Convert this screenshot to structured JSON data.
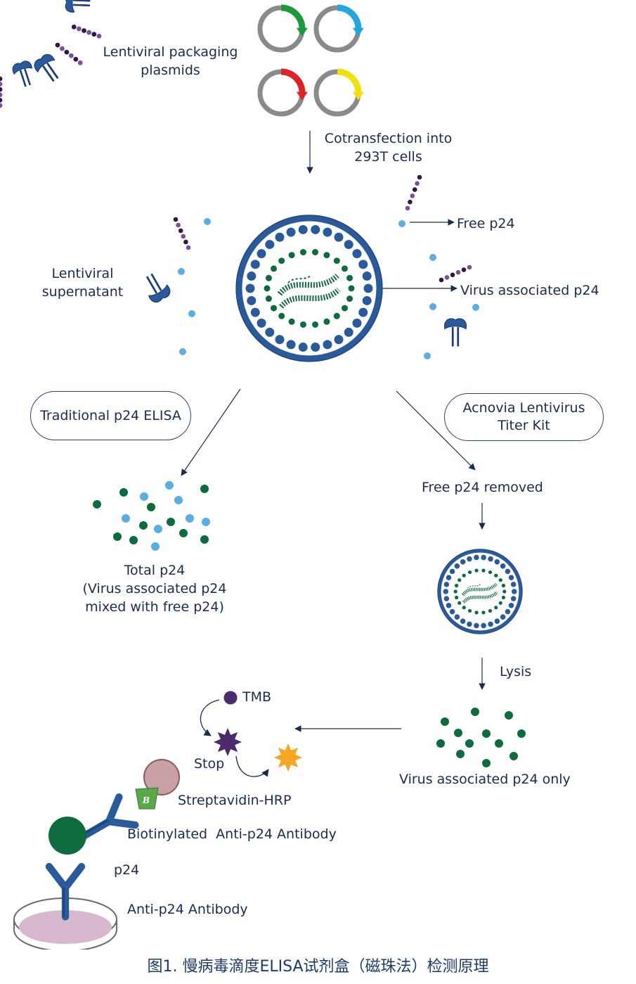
{
  "labels": {
    "packaging_line1": "Lentiviral packaging",
    "packaging_line2": "plasmids",
    "cotransfection_line1": "Cotransfection into",
    "cotransfection_line2": "293T cells",
    "free_p24": "Free p24",
    "supernatant_line1": "Lentiviral",
    "supernatant_line2": "supernatant",
    "virus_associated_p24": "Virus associated p24",
    "traditional_elisa": "Traditional p24 ELISA",
    "acnovia_line1": "Acnovia Lentivirus",
    "acnovia_line2": "Titer Kit",
    "free_p24_removed": "Free p24 removed",
    "total_line1": "Total p24",
    "total_line2": "(Virus associated p24",
    "total_line3": "mixed with free p24)",
    "lysis": "Lysis",
    "tmb": "TMB",
    "stop": "Stop",
    "virus_only": "Virus associated p24 only",
    "streptavidin": "Streptavidin-HRP",
    "biotin_letter": "B",
    "biotinylated": "Biotinylated  Anti-p24 Antibody",
    "p24": "p24",
    "anti_p24": "Anti-p24 Antibody"
  },
  "caption": "图1. 慢病毒滴度ELISA试剂盒（磁珠法）检测原理",
  "colors": {
    "navy": "#2a5a9a",
    "dark_navy": "#1c3f78",
    "green": "#0e6b3e",
    "light_blue": "#5aaee0",
    "purple": "#7b4fa0",
    "dark_purple": "#2b1a3e",
    "plasmid_grey": "#8a8a8a",
    "plasmid_green": "#1a9a3a",
    "plasmid_blue": "#22a6e0",
    "plasmid_red": "#e0202a",
    "plasmid_yellow": "#f0e010",
    "tmb": "#4a2a6a",
    "hrp": "#c9a0a4",
    "biotin": "#5aa84a",
    "star_dark": "#4a2a6a",
    "star_orange": "#f5a623",
    "dish_fill": "#d7b8cf"
  },
  "icons": [
    "plasmid-icon",
    "lentivirus-particle-icon",
    "envelope-protein-icon",
    "antibody-icon",
    "petri-dish-icon",
    "star-icon",
    "biotin-icon"
  ]
}
